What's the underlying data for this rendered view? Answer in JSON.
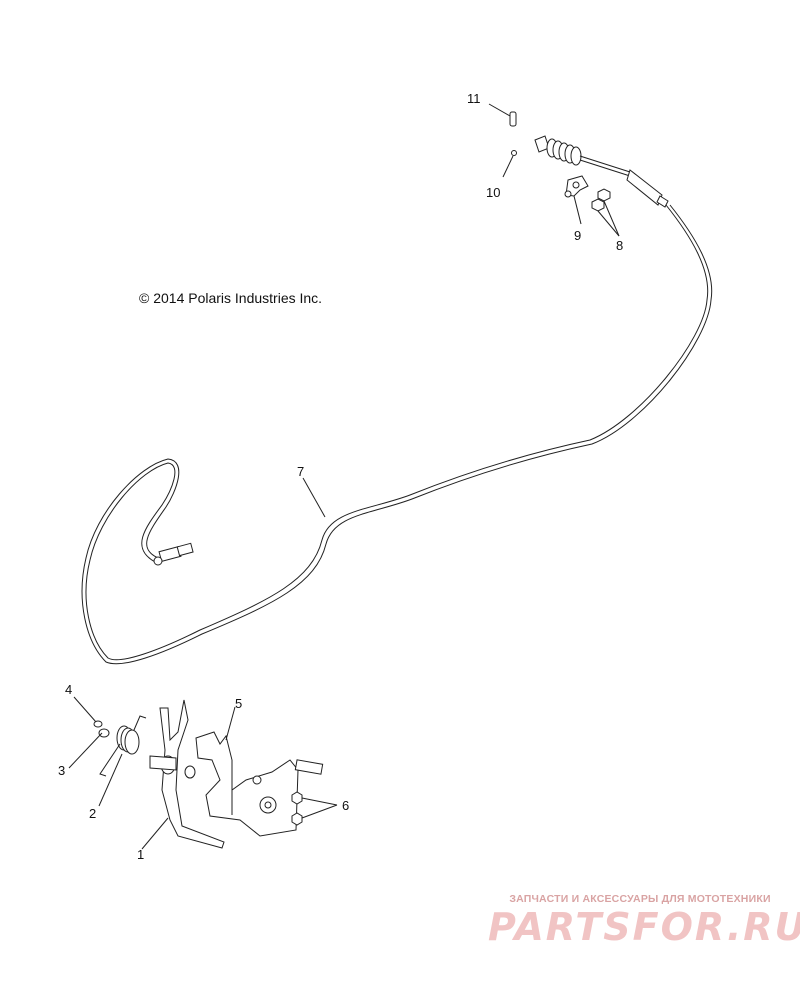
{
  "copyright": "© 2014 Polaris Industries Inc.",
  "callouts": [
    {
      "id": "c1",
      "text": "1"
    },
    {
      "id": "c2",
      "text": "2"
    },
    {
      "id": "c3",
      "text": "3"
    },
    {
      "id": "c4",
      "text": "4"
    },
    {
      "id": "c5",
      "text": "5"
    },
    {
      "id": "c6",
      "text": "6"
    },
    {
      "id": "c7",
      "text": "7"
    },
    {
      "id": "c8",
      "text": "8"
    },
    {
      "id": "c9",
      "text": "9"
    },
    {
      "id": "c10",
      "text": "10"
    },
    {
      "id": "c11",
      "text": "11"
    }
  ],
  "watermark": {
    "tagline": "ЗАПЧАСТИ И АКСЕССУАРЫ ДЛЯ МОТОТЕХНИКИ",
    "logo": "PARTSFOR.RU"
  }
}
